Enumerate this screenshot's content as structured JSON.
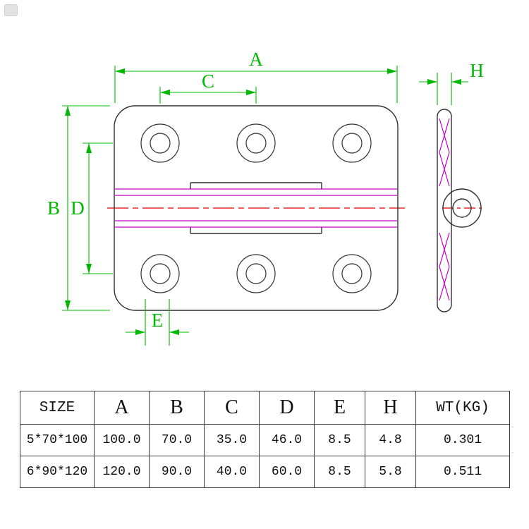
{
  "drawing": {
    "labels": {
      "a": "A",
      "b": "B",
      "c": "C",
      "d": "D",
      "e": "E",
      "h": "H"
    },
    "colors": {
      "dimension_green": "#00b800",
      "phantom_magenta": "#c800c8",
      "centerline_red": "#e10000",
      "outline_black": "#303030"
    },
    "description": "Hinge front view with six holes and side view with knuckle barrel"
  },
  "table": {
    "headers": [
      "SIZE",
      "A",
      "B",
      "C",
      "D",
      "E",
      "H",
      "WT(KG)"
    ],
    "rows": [
      [
        "5*70*100",
        "100.0",
        "70.0",
        "35.0",
        "46.0",
        "8.5",
        "4.8",
        "0.301"
      ],
      [
        "6*90*120",
        "120.0",
        "90.0",
        "40.0",
        "60.0",
        "8.5",
        "5.8",
        "0.511"
      ]
    ]
  }
}
